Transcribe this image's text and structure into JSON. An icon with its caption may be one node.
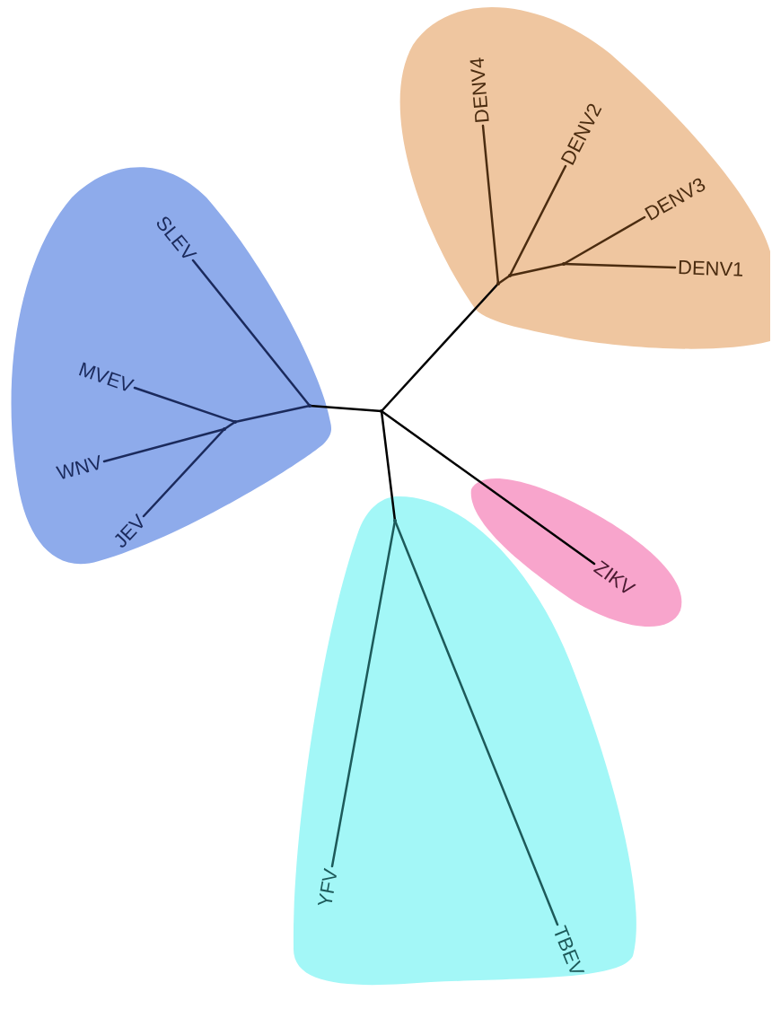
{
  "diagram": {
    "nodes": [
      {
        "text": [],
        "shape": "blob"
      },
      {
        "text": [
          "DENV4"
        ],
        "in": 0
      },
      {
        "text": [
          "DENV2"
        ],
        "in": 0
      },
      {
        "text": [
          "DENV3"
        ],
        "in": 0
      },
      {
        "text": [
          "DENV1"
        ],
        "in": 0
      },
      {
        "text": [],
        "shape": "blob"
      },
      {
        "text": [
          "SLEV"
        ],
        "in": 5
      },
      {
        "text": [
          "MVEV"
        ],
        "in": 5
      },
      {
        "text": [
          "WNV"
        ],
        "in": 5
      },
      {
        "text": [
          "JEV"
        ],
        "in": 5
      },
      {
        "text": [],
        "shape": "blob"
      },
      {
        "text": [
          "ZIKV"
        ],
        "in": 10
      },
      {
        "text": [],
        "shape": "blob"
      },
      {
        "text": [
          "YFV"
        ],
        "in": 12
      },
      {
        "text": [
          "TBEV"
        ],
        "in": 12
      },
      {
        "text": [],
        "shape": "point"
      },
      {
        "text": [],
        "shape": "point",
        "in": 0
      },
      {
        "text": [],
        "shape": "point",
        "in": 0
      },
      {
        "text": [],
        "shape": "point",
        "in": 0
      },
      {
        "text": [],
        "shape": "point",
        "in": 5
      },
      {
        "text": [],
        "shape": "point",
        "in": 5
      },
      {
        "text": [],
        "shape": "point",
        "in": 5
      },
      {
        "text": [],
        "shape": "point",
        "in": 12
      }
    ],
    "edges": [
      {
        "from": 15,
        "to": 16,
        "arrow": "none"
      },
      {
        "from": 16,
        "to": 1,
        "arrow": "none",
        "color": "#4b2c10"
      },
      {
        "from": 16,
        "to": 17,
        "arrow": "none",
        "color": "#4b2c10"
      },
      {
        "from": 17,
        "to": 2,
        "arrow": "none",
        "color": "#4b2c10"
      },
      {
        "from": 17,
        "to": 18,
        "arrow": "none",
        "color": "#4b2c10"
      },
      {
        "from": 18,
        "to": 3,
        "arrow": "none",
        "color": "#4b2c10"
      },
      {
        "from": 18,
        "to": 4,
        "arrow": "none",
        "color": "#4b2c10"
      },
      {
        "from": 15,
        "to": 19,
        "arrow": "none"
      },
      {
        "from": 19,
        "to": 6,
        "arrow": "none",
        "color": "#1b2a5c"
      },
      {
        "from": 19,
        "to": 20,
        "arrow": "none",
        "color": "#1b2a5c"
      },
      {
        "from": 20,
        "to": 7,
        "arrow": "none",
        "color": "#1b2a5c"
      },
      {
        "from": 20,
        "to": 21,
        "arrow": "none",
        "color": "#1b2a5c"
      },
      {
        "from": 21,
        "to": 8,
        "arrow": "none",
        "color": "#1b2a5c"
      },
      {
        "from": 21,
        "to": 9,
        "arrow": "none",
        "color": "#1b2a5c"
      },
      {
        "from": 15,
        "to": 11,
        "arrow": "none"
      },
      {
        "from": 15,
        "to": 22,
        "arrow": "none"
      },
      {
        "from": 22,
        "to": 13,
        "arrow": "none",
        "color": "#1d5a5a"
      },
      {
        "from": 22,
        "to": 14,
        "arrow": "none",
        "color": "#1d5a5a"
      }
    ]
  }
}
